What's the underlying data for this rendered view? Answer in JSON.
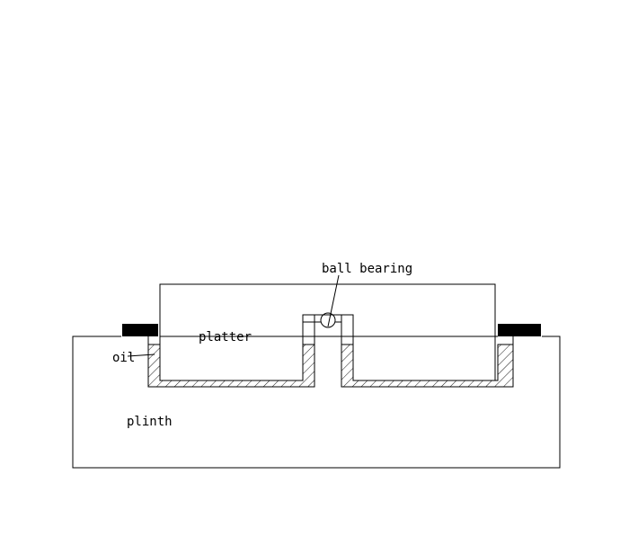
{
  "labels": {
    "ball_bearing": "ball bearing",
    "platter": "platter",
    "oil": "oil",
    "plinth": "plinth"
  },
  "colors": {
    "stroke": "#000000",
    "background": "#ffffff",
    "pad": "#000000"
  }
}
